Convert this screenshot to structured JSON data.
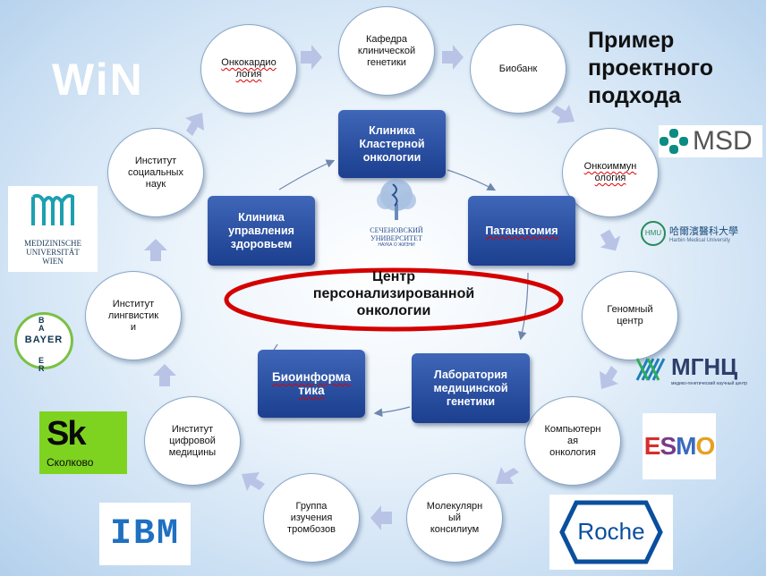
{
  "title": "Пример\nпроектного\nподхода",
  "center": "Центр\nперсонализированной\nонкологии",
  "circles": {
    "kafedra": "Кафедра\nклинической\nгенетики",
    "biobank": "Биобанк",
    "onkoimmun": "Онкоиммун\nология",
    "genomny": "Геномный\nцентр",
    "komputer": "Компьютерн\nая\nонкология",
    "molekular": "Молекулярн\nый\nконсилиум",
    "trombo": "Группа\nизучения\nтромбозов",
    "cifrov": "Институт\nцифровой\nмедицины",
    "lingvist": "Институт\nлингвистик\nи",
    "social": "Институт\nсоциальных\nнаук",
    "onkokardio": "Онкокардио\nлогия"
  },
  "boxes": {
    "klaster": "Клиника\nКластерной\nонкологии",
    "patanat": "Патанатомия",
    "labgen": "Лаборатория\nмедицинской\nгенетики",
    "bioinf": "Биоинформа\nтика",
    "upravl": "Клиника\nуправления\nздоровьем"
  },
  "logos": {
    "win": "WiN",
    "meduni": "MEDIZINISCHE\nUNIVERSITÄT\nWIEN",
    "bayer": "BAYER",
    "skolkovo_sk": "Sk",
    "skolkovo": "Сколково",
    "ibm": "IBM",
    "msd": "MSD",
    "harbin": "哈爾濱醫科大學",
    "harbin_en": "Harbin Medical University",
    "mgnc": "МГНЦ",
    "mgnc_sub": "медико-генетический научный центр",
    "esmo": "ESMO",
    "roche": "Roche",
    "sechenov": "СЕЧЕНОВСКИЙ\nУНИВЕРСИТЕТ",
    "sechenov_sub": "НАУКА О ЖИЗНИ"
  },
  "colors": {
    "box": "#2a4fa3",
    "ellipse": "#d40000",
    "arrow": "#b9c3e6"
  }
}
